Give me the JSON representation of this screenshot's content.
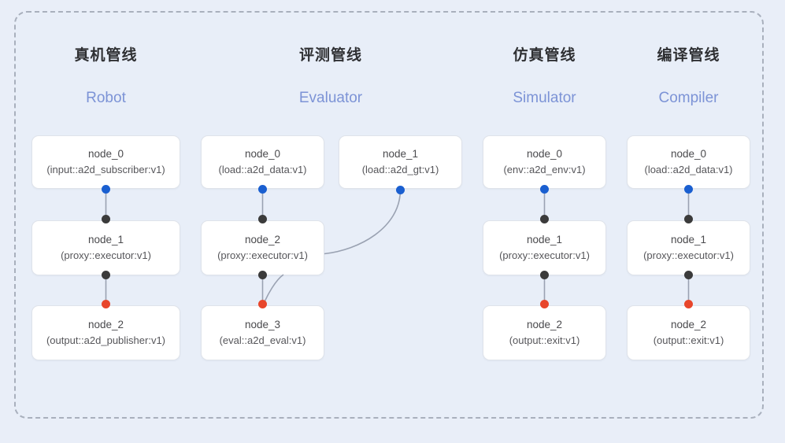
{
  "diagram": {
    "frame": {
      "style": "dashed-rounded-rectangle"
    },
    "columns": [
      {
        "id": "robot",
        "title_cn": "真机管线",
        "title_en": "Robot",
        "nodes": [
          {
            "name": "node_0",
            "spec": "(input::a2d_subscriber:v1)"
          },
          {
            "name": "node_1",
            "spec": "(proxy::executor:v1)"
          },
          {
            "name": "node_2",
            "spec": "(output::a2d_publisher:v1)"
          }
        ]
      },
      {
        "id": "evaluator",
        "title_cn": "评测管线",
        "title_en": "Evaluator",
        "nodes": [
          {
            "name": "node_0",
            "spec": "(load::a2d_data:v1)"
          },
          {
            "name": "node_1",
            "spec": "(load::a2d_gt:v1)"
          },
          {
            "name": "node_2",
            "spec": "(proxy::executor:v1)"
          },
          {
            "name": "node_3",
            "spec": "(eval::a2d_eval:v1)"
          }
        ]
      },
      {
        "id": "simulator",
        "title_cn": "仿真管线",
        "title_en": "Simulator",
        "nodes": [
          {
            "name": "node_0",
            "spec": "(env::a2d_env:v1)"
          },
          {
            "name": "node_1",
            "spec": "(proxy::executor:v1)"
          },
          {
            "name": "node_2",
            "spec": "(output::exit:v1)"
          }
        ]
      },
      {
        "id": "compiler",
        "title_cn": "编译管线",
        "title_en": "Compiler",
        "nodes": [
          {
            "name": "node_0",
            "spec": "(load::a2d_data:v1)"
          },
          {
            "name": "node_1",
            "spec": "(proxy::executor:v1)"
          },
          {
            "name": "node_2",
            "spec": "(output::exit:v1)"
          }
        ]
      }
    ],
    "colors": {
      "background": "#e9eef8",
      "frame_border": "#a9b0bd",
      "node_fill": "#ffffff",
      "node_border": "#dfe3ea",
      "port_output": "#1a5fd0",
      "port_relay": "#3b3b3b",
      "port_input": "#e8462b",
      "title_cn": "#2f3033",
      "title_en": "#7c93d6",
      "edge": "#8b93a5"
    }
  }
}
